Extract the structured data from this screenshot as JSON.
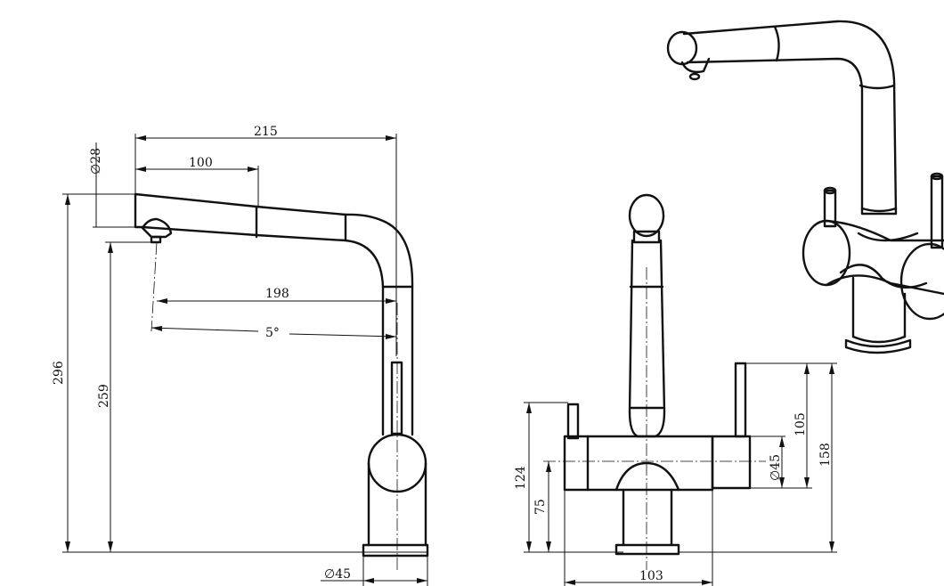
{
  "side_view": {
    "dim_overall_length": "215",
    "dim_outlet_pos": "100",
    "dim_spout_dia": "∅28",
    "dim_reach": "198",
    "dim_angle": "5°",
    "dim_total_height": "296",
    "dim_outlet_height": "259",
    "dim_base_dia": "∅45"
  },
  "front_view": {
    "dim_base_height": "124",
    "dim_center_height": "75",
    "dim_width": "103",
    "dim_lever_height": "105",
    "dim_body_dia": "∅45",
    "dim_total_lever_height": "158"
  },
  "colors": {
    "line": "#111111",
    "background": "#ffffff"
  }
}
